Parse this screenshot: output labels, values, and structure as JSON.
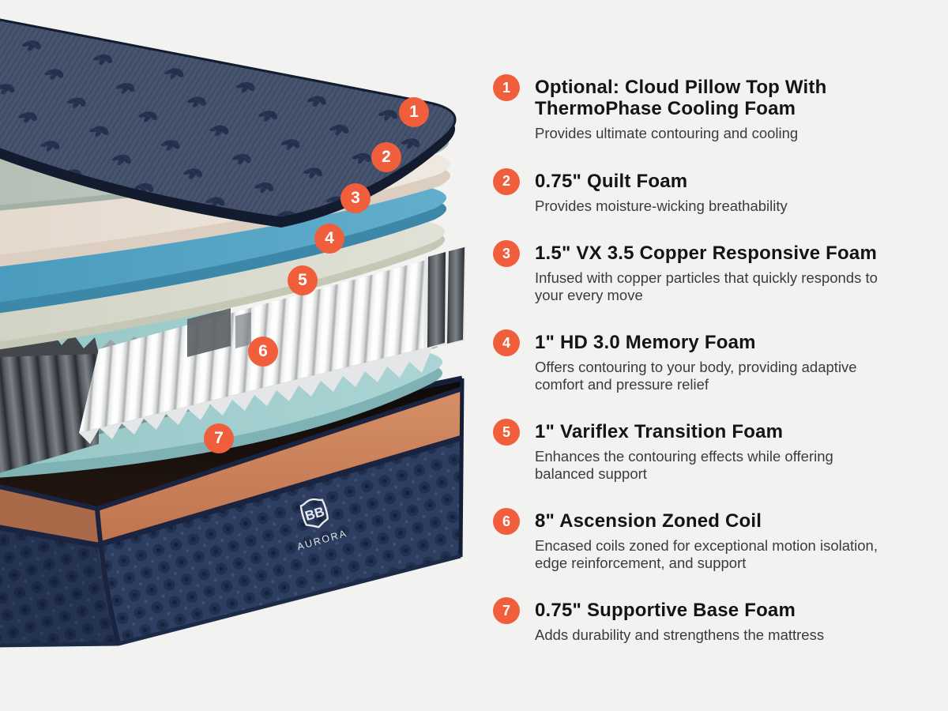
{
  "colors": {
    "accent_orange": "#f15e3c",
    "background": "#f2f2f1",
    "quilt_navy": "#45546f",
    "copper_band": "#c97c53",
    "base_navy_fabric": "#2d3e60",
    "teal_layer": "#a3cfd0",
    "blue_layer": "#55a4c6",
    "cream_layer": "#ebe2d8",
    "sage_layer": "#c3cdc4",
    "bone_layer": "#dcded1"
  },
  "brand": {
    "logo_monogram": "BB",
    "logo_name": "AURORA"
  },
  "items": [
    {
      "number": "1",
      "title": "Optional: Cloud Pillow Top With ThermoPhase Cooling Foam",
      "description": "Provides ultimate contouring and cooling"
    },
    {
      "number": "2",
      "title": "0.75\" Quilt Foam",
      "description": "Provides moisture-wicking breathability"
    },
    {
      "number": "3",
      "title": "1.5\" VX 3.5 Copper Responsive Foam",
      "description": "Infused with copper particles that quickly responds to your every move"
    },
    {
      "number": "4",
      "title": "1\" HD 3.0 Memory Foam",
      "description": "Offers contouring to your body, providing adaptive comfort and pressure relief"
    },
    {
      "number": "5",
      "title": "1\" Variflex Transition Foam",
      "description": "Enhances the contouring effects while offering balanced support"
    },
    {
      "number": "6",
      "title": "8\" Ascension Zoned Coil",
      "description": "Encased coils zoned for exceptional motion isolation, edge reinforcement, and support"
    },
    {
      "number": "7",
      "title": "0.75\" Supportive Base Foam",
      "description": "Adds durability and strengthens the mattress"
    }
  ]
}
